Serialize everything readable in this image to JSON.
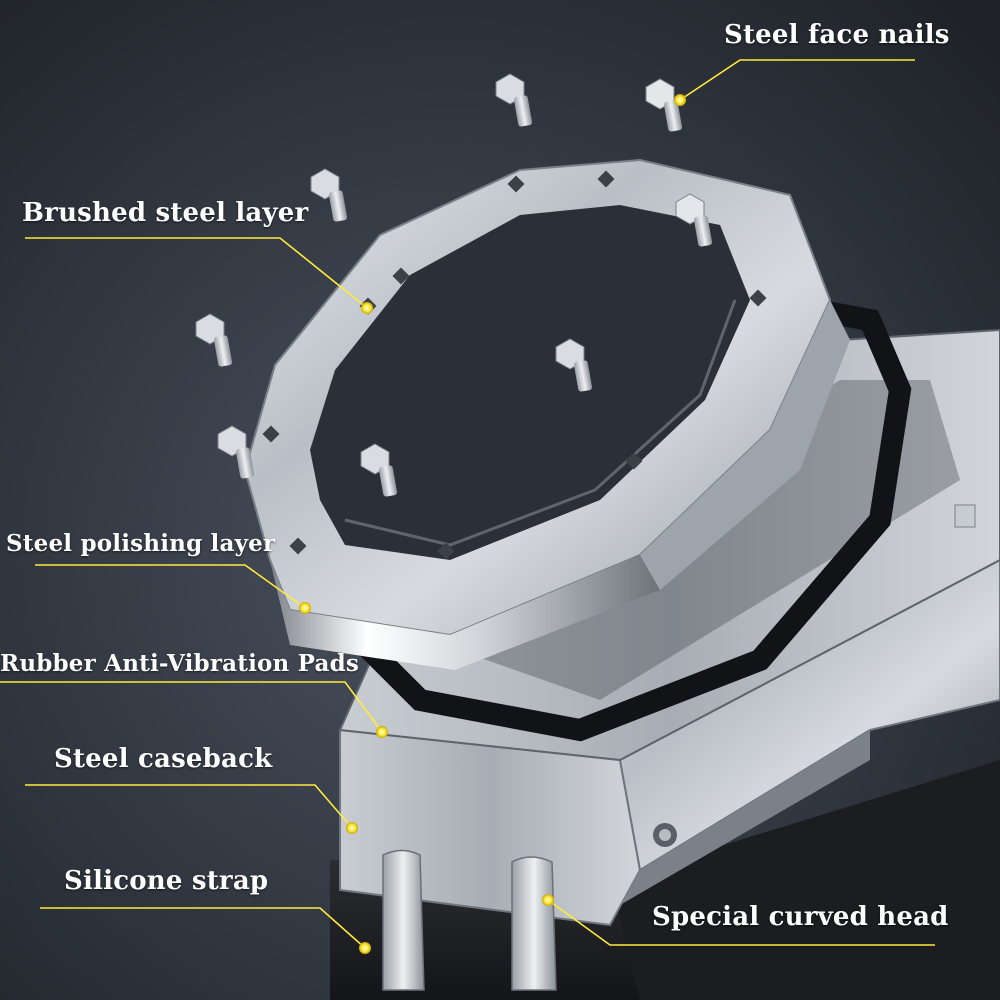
{
  "annotation_color": "#ffeb3b",
  "labels": {
    "steel_face_nails": "Steel face nails",
    "brushed_steel_layer": "Brushed steel layer",
    "steel_polishing_layer": "Steel polishing layer",
    "rubber_anti_vibration_pads": "Rubber Anti-Vibration Pads",
    "steel_caseback": "Steel caseback",
    "silicone_strap": "Silicone strap",
    "special_curved_head": "Special curved head"
  }
}
